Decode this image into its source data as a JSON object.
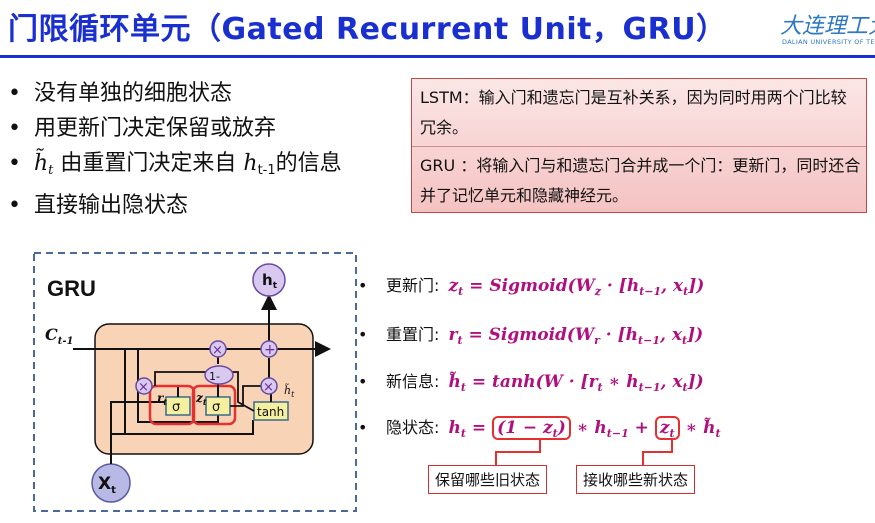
{
  "title": "门限循环单元（Gated Recurrent Unit，GRU）",
  "logo": {
    "cn": "大连理工大",
    "en": "DALIAN UNIVERSITY OF TEC"
  },
  "bullets": [
    {
      "text": "没有单独的细胞状态"
    },
    {
      "text": "用更新门决定保留或放弃"
    },
    {
      "pre": "",
      "var": "h̃",
      "var_sub": "t",
      "mid": " 由重置门决定来自 ",
      "var2": "h",
      "var2_sub": "t-1",
      "post": "的信息"
    },
    {
      "text": "直接输出隐状态"
    }
  ],
  "notes": [
    "LSTM：输入门和遗忘门是互补关系，因为同时用两个门比较冗余。",
    "GRU ：将输入门与和遗忘门合并成一个门：更新门，同时还合并了记忆单元和隐藏神经元。"
  ],
  "diagram": {
    "label": "GRU",
    "input_ct": "C",
    "input_ct_sub": "t-1",
    "output_label": "h",
    "output_sub": "t",
    "input_label": "X",
    "input_sub": "t",
    "r_label": "r",
    "r_sub": "t",
    "z_label": "z",
    "z_sub": "t",
    "sigma": "σ",
    "tanh": "tanh",
    "one_minus": "1-",
    "times": "×",
    "plus": "+",
    "htilde": "h̃",
    "htilde_sub": "t"
  },
  "equations": [
    {
      "label": "更新门:",
      "math": "z_t = Sigmoid(W_z · [h_{t−1}, x_t])"
    },
    {
      "label": "重置门:",
      "math": "r_t = Sigmoid(W_r · [h_{t−1}, x_t])"
    },
    {
      "label": "新信息:",
      "math": "h̃_t = tanh(W · [r_t ∗ h_{t−1}, x_t])"
    },
    {
      "label": "隐状态:",
      "math": "h_t = (1 − z_t) ∗ h_{t−1} + z_t ∗ h̃_t"
    }
  ],
  "callouts": [
    "保留哪些旧状态",
    "接收哪些新状态"
  ],
  "colors": {
    "title": "#1a2fd0",
    "math": "#b0107e",
    "highlight": "#e53030",
    "cell_fill": "#f8d3b5",
    "node_fill": "#d9c8f0"
  }
}
